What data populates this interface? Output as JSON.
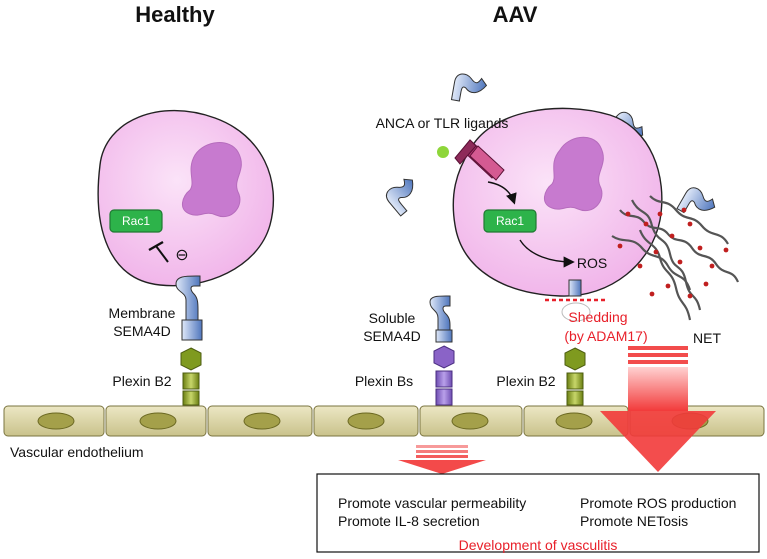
{
  "panels": {
    "healthy_title": "Healthy",
    "aav_title": "AAV"
  },
  "healthy": {
    "rac1": "Rac1",
    "inhibit_symbol": "⊖",
    "membrane_label_1": "Membrane",
    "membrane_label_2": "SEMA4D",
    "plexin_label": "Plexin B2"
  },
  "aav": {
    "ligand_label": "ANCA or TLR ligands",
    "rac1": "Rac1",
    "ros": "ROS",
    "soluble_label_1": "Soluble",
    "soluble_label_2": "SEMA4D",
    "plexin_bs_label": "Plexin Bs",
    "plexin_b2_label": "Plexin B2",
    "shedding_1": "Shedding",
    "shedding_2": "(by ADAM17)",
    "net_label": "NET"
  },
  "endothelium_label": "Vascular endothelium",
  "outcomes": {
    "left_1": "Promote vascular permeability",
    "left_2": "Promote IL-8 secretion",
    "right_1": "Promote ROS production",
    "right_2": "Promote NETosis",
    "footer": "Development of vasculitis"
  },
  "colors": {
    "cell_fill": "#f6c6f0",
    "nucleus": "#c779cf",
    "rac1": "#2db34a",
    "sema_blue": "#5f86c6",
    "plexin_green": "#7f9a1f",
    "plexin_purple": "#8a63c7",
    "accent_red": "#e8202a",
    "endothelium": "#d6cf9e",
    "endo_nucleus": "#a4a04a"
  }
}
